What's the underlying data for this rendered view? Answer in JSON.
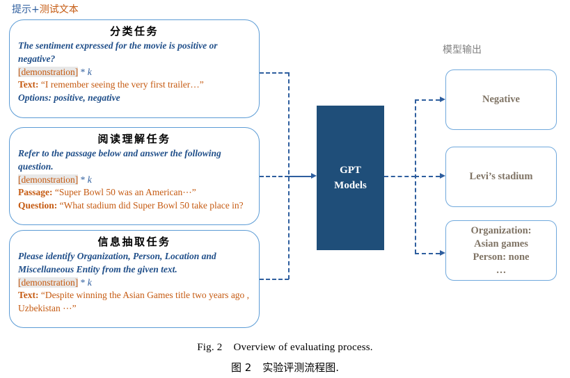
{
  "figure": {
    "prompt_label": {
      "part1": "提示",
      "plus": "+",
      "part2": "测试文本"
    },
    "output_label": "模型输出",
    "model_box": {
      "line1": "GPT",
      "line2": "Models"
    },
    "cards": [
      {
        "title": "分类任务",
        "instruction": "The sentiment expressed for the movie is positive or negative?",
        "demo": "[demonstration]",
        "demo_star": " * ",
        "demo_k": "k",
        "field_label": "Text:",
        "field_value": " “I remember seeing the very first trailer…”",
        "options": "Options: positive, negative"
      },
      {
        "title": "阅读理解任务",
        "instruction": "Refer to the passage below and answer the following question.",
        "demo": "[demonstration]",
        "demo_star": " * ",
        "demo_k": "k",
        "field_label": "Passage:",
        "field_value": " “Super Bowl 50 was an American⋯”",
        "field_label2": "Question:",
        "field_value2": " “What stadium did Super Bowl 50 take place in?"
      },
      {
        "title": "信息抽取任务",
        "instruction": "Please identify Organization, Person, Location and Miscellaneous Entity from the given text.",
        "demo": "[demonstration]",
        "demo_star": " * ",
        "demo_k": "k",
        "field_label": "Text:",
        "field_value": " “Despite winning the Asian Games title two years ago , Uzbekistan ⋯”"
      }
    ],
    "outputs": [
      {
        "text": "Negative"
      },
      {
        "text": "Levi’s stadium"
      },
      {
        "text": "Organization:\nAsian games\nPerson: none\n…"
      }
    ],
    "caption": {
      "en_label": "Fig. 2",
      "en_text": "Overview of evaluating process.",
      "zh_label": "图 2",
      "zh_text": "实验评测流程图."
    },
    "colors": {
      "card_border": "#5B9BD5",
      "outbox_border": "#6FA8DC",
      "model_fill": "#1F4E79",
      "instruction_blue": "#1F4E89",
      "field_orange": "#C55A11",
      "connector_blue": "#2E5E9E",
      "output_text": "#7F7364",
      "label_gray": "#808080"
    }
  }
}
